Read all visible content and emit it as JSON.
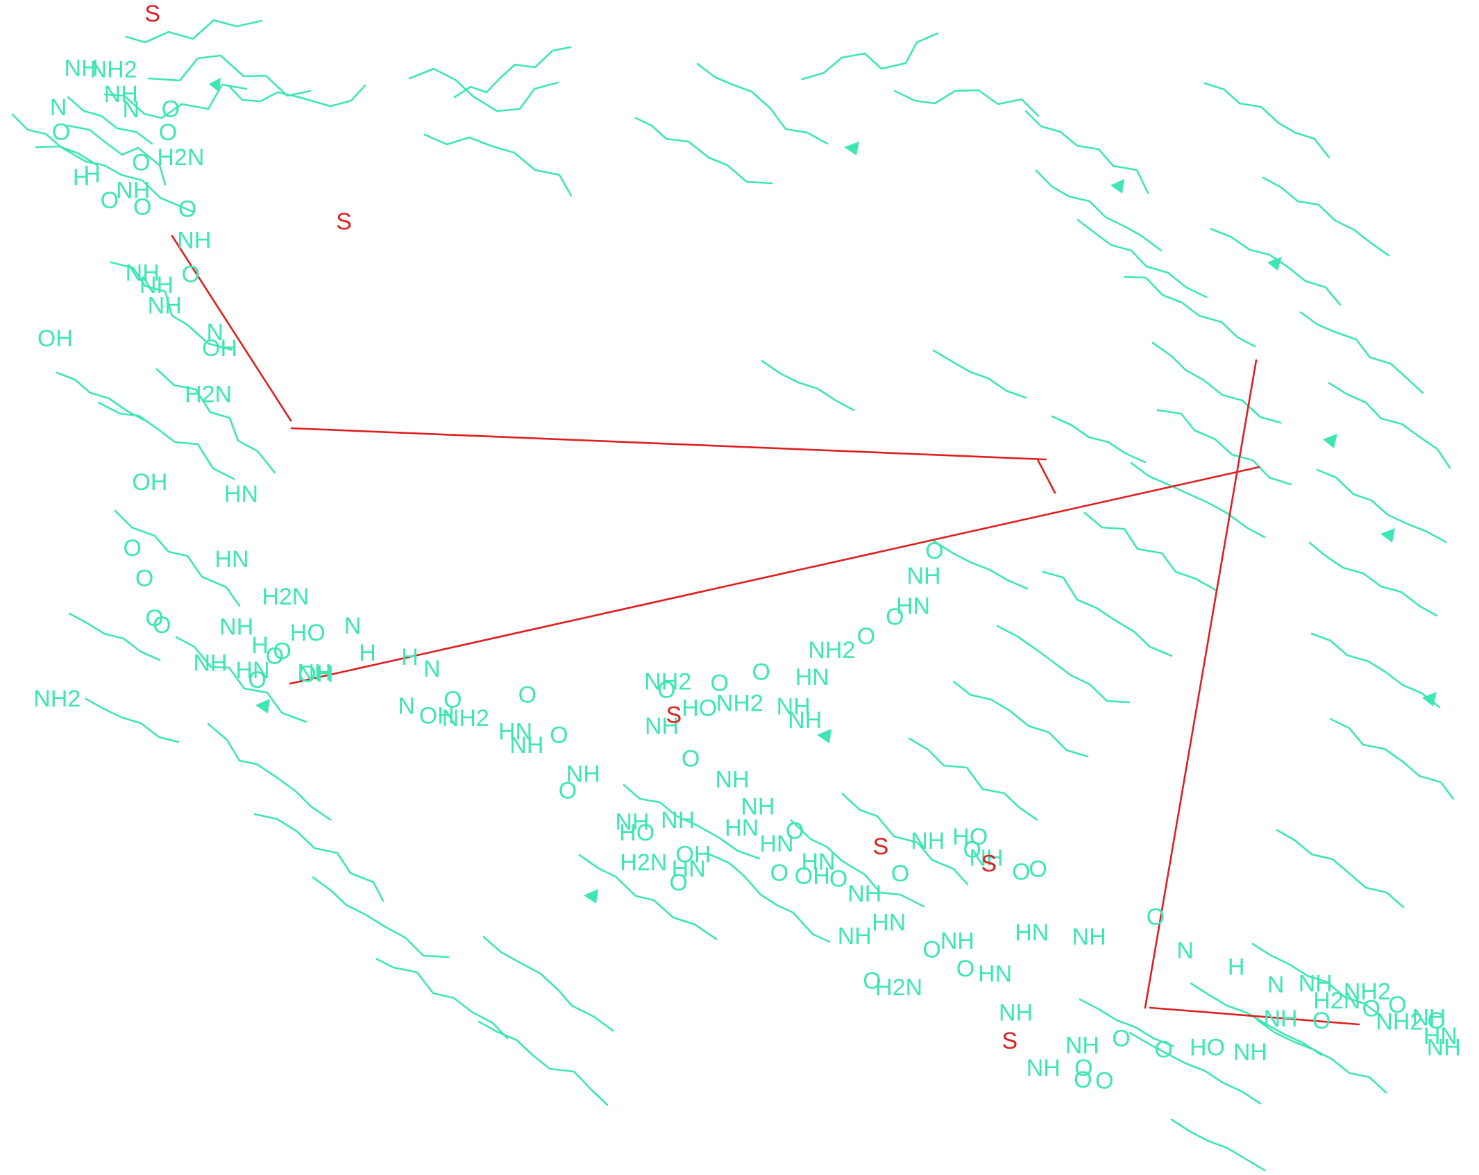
{
  "colors": {
    "molecule": "#3ee6b5",
    "disulfide": "#dd1f1f",
    "background": "#ffffff"
  },
  "atom_labels": [
    "N",
    "O",
    "NH",
    "H",
    "O",
    "N",
    "O",
    "NH",
    "NH2",
    "O",
    "H2N",
    "O",
    "NH",
    "O",
    "OH",
    "NH",
    "S",
    "O",
    "NH",
    "NH2",
    "H",
    "NH",
    "O",
    "O",
    "NH",
    "N",
    "O",
    "H2N",
    "O",
    "OH",
    "HN",
    "O",
    "OH",
    "NH",
    "H2N",
    "NH",
    "HN",
    "O",
    "HN",
    "O",
    "O",
    "OH",
    "NH",
    "S",
    "HO",
    "H",
    "N",
    "H",
    "N",
    "H",
    "N",
    "O",
    "NH2",
    "OH",
    "HN",
    "O",
    "NH",
    "O",
    "NH",
    "O",
    "HO",
    "NH",
    "H2N",
    "HN",
    "NH",
    "O",
    "OH",
    "HN",
    "HN",
    "O",
    "OH",
    "S",
    "O",
    "NH",
    "O",
    "HO",
    "NH",
    "S",
    "O",
    "O",
    "HN",
    "NH",
    "O",
    "N",
    "H",
    "N",
    "NH",
    "NH2",
    "O",
    "NH",
    "HN",
    "O",
    "NH",
    "O",
    "NH2",
    "O",
    "H2N",
    "O",
    "NH",
    "NH",
    "HO",
    "O",
    "O",
    "NH",
    "O",
    "O",
    "O",
    "NH",
    "S",
    "NH",
    "HN",
    "O",
    "NH",
    "O",
    "H2N",
    "O",
    "NH",
    "HN",
    "NH",
    "O",
    "HN",
    "O",
    "NH",
    "NH",
    "O",
    "NH",
    "S",
    "O",
    "NH2",
    "HO",
    "O",
    "NH2",
    "O",
    "NH",
    "NH",
    "HN",
    "NH2",
    "O",
    "O",
    "HN",
    "NH",
    "O"
  ]
}
